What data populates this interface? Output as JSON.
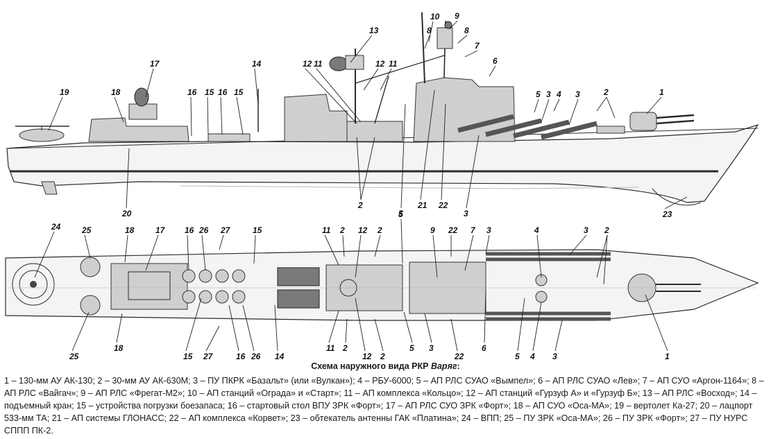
{
  "caption": {
    "title_prefix": "Схема наружного вида РКР ",
    "title_name": "Варяг",
    "title_suffix": ":",
    "legend": "1 – 130-мм АУ АК-130; 2 – 30-мм АУ АК-630М; 3 – ПУ ПКРК «Базальт» (или «Вулкан»); 4 – РБУ-6000; 5 – АП РЛС СУАО «Вымпел»; 6 – АП РЛС СУАО «Лев»; 7 – АП СУО «Аргон-1164»; 8 – АП РЛС «Вайгач»; 9 – АП РЛС «Фрегат-М2»; 10 – АП станций «Ограда» и «Старт»; 11 – АП комплекса «Кольцо»; 12 – АП станций «Гурзуф А» и «Гурзуф Б»; 13 – АП РЛС «Восход»; 14 – подъемный кран; 15 – устройства погрузки боезапаса; 16 – стартовый стол ВПУ ЗРК «Форт»; 17 – АП РЛС СУО ЗРК «Форт»; 18 – АП СУО «Оса-МА»; 19 – вертолет Ка-27; 20 – лацпорт 533-мм ТА; 21 – АП системы ГЛОНАСС; 22 – АП комплекса «Корвет»; 23 – обтекатель антенны ГАК «Платина»; 24 – ВПП; 25 – ПУ ЗРК «Оса-МА»; 26 – ПУ ЗРК «Форт»; 27 – ПУ НУРС СППП ПК-2."
  },
  "side_view": {
    "callouts": [
      "19",
      "18",
      "17",
      "16",
      "15",
      "16",
      "15",
      "14",
      "12",
      "11",
      "13",
      "12",
      "11",
      "10",
      "9",
      "8",
      "8",
      "7",
      "6",
      "5",
      "3",
      "4",
      "3",
      "2",
      "1",
      "20",
      "2",
      "5",
      "21",
      "22",
      "3",
      "23"
    ]
  },
  "plan_view": {
    "top_callouts": [
      "24",
      "25",
      "18",
      "17",
      "16",
      "26",
      "27",
      "15",
      "11",
      "2",
      "12",
      "2",
      "5",
      "9",
      "22",
      "7",
      "3",
      "4",
      "3",
      "2"
    ],
    "bottom_callouts": [
      "25",
      "18",
      "15",
      "27",
      "16",
      "26",
      "14",
      "11",
      "2",
      "12",
      "2",
      "5",
      "3",
      "22",
      "6",
      "5",
      "4",
      "3",
      "1"
    ]
  }
}
